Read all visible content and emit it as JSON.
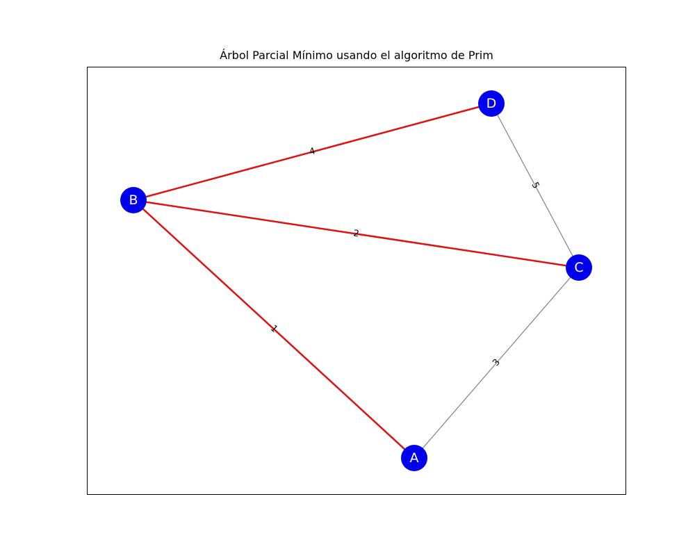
{
  "title": "Árbol Parcial Mínimo usando el algoritmo de Prim",
  "colors": {
    "node": "#0000ee",
    "node_label": "#ffffff",
    "mst_edge": "#dd1111",
    "other_edge": "#808080"
  },
  "nodes": [
    {
      "id": "A",
      "label": "A"
    },
    {
      "id": "B",
      "label": "B"
    },
    {
      "id": "C",
      "label": "C"
    },
    {
      "id": "D",
      "label": "D"
    }
  ],
  "edges": [
    {
      "from": "A",
      "to": "B",
      "weight": "1",
      "in_mst": true
    },
    {
      "from": "B",
      "to": "C",
      "weight": "2",
      "in_mst": true
    },
    {
      "from": "A",
      "to": "C",
      "weight": "3",
      "in_mst": false
    },
    {
      "from": "B",
      "to": "D",
      "weight": "4",
      "in_mst": true
    },
    {
      "from": "D",
      "to": "C",
      "weight": "5",
      "in_mst": false
    }
  ]
}
